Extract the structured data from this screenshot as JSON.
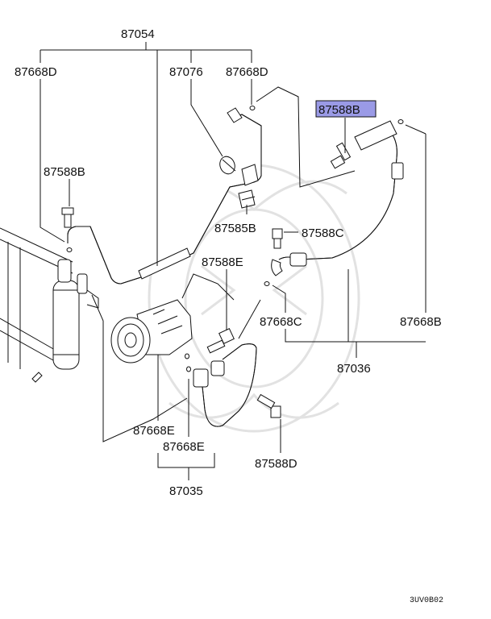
{
  "labels": {
    "p87054": "87054",
    "p87668D_left": "87668D",
    "p87076": "87076",
    "p87668D_top": "87668D",
    "p87588B_highlight": "87588B",
    "p87588B_left": "87588B",
    "p87585B": "87585B",
    "p87588C": "87588C",
    "p87588E": "87588E",
    "p87668C": "87668C",
    "p87668B": "87668B",
    "p87036": "87036",
    "p87668E_a": "87668E",
    "p87668E_b": "87668E",
    "p87588D": "87588D",
    "p87035": "87035"
  },
  "highlight_color": "#9a9ae6",
  "diagram_code": "3UV0B02"
}
